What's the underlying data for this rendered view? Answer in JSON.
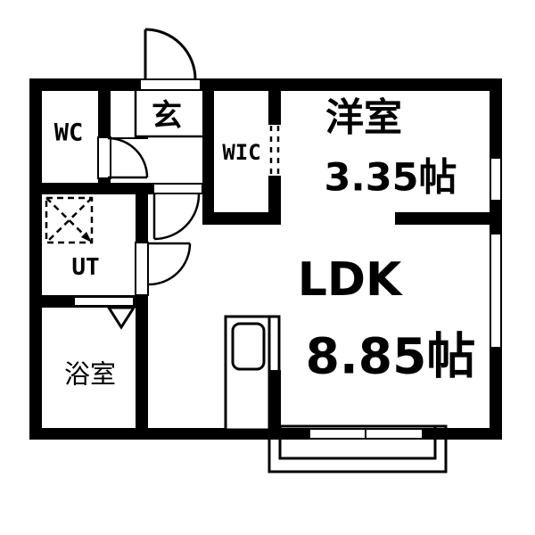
{
  "rooms": {
    "wc": {
      "label": "WC"
    },
    "genkan": {
      "label": "玄"
    },
    "wic": {
      "label": "WIC"
    },
    "western": {
      "label": "洋室",
      "size": "3.35帖"
    },
    "ldk": {
      "label": "LDK",
      "size": "8.85帖"
    },
    "ut": {
      "label": "UT"
    },
    "bath": {
      "label": "浴室"
    }
  },
  "colors": {
    "wall": "#000000",
    "floor": "#ffffff",
    "line": "#000000"
  }
}
